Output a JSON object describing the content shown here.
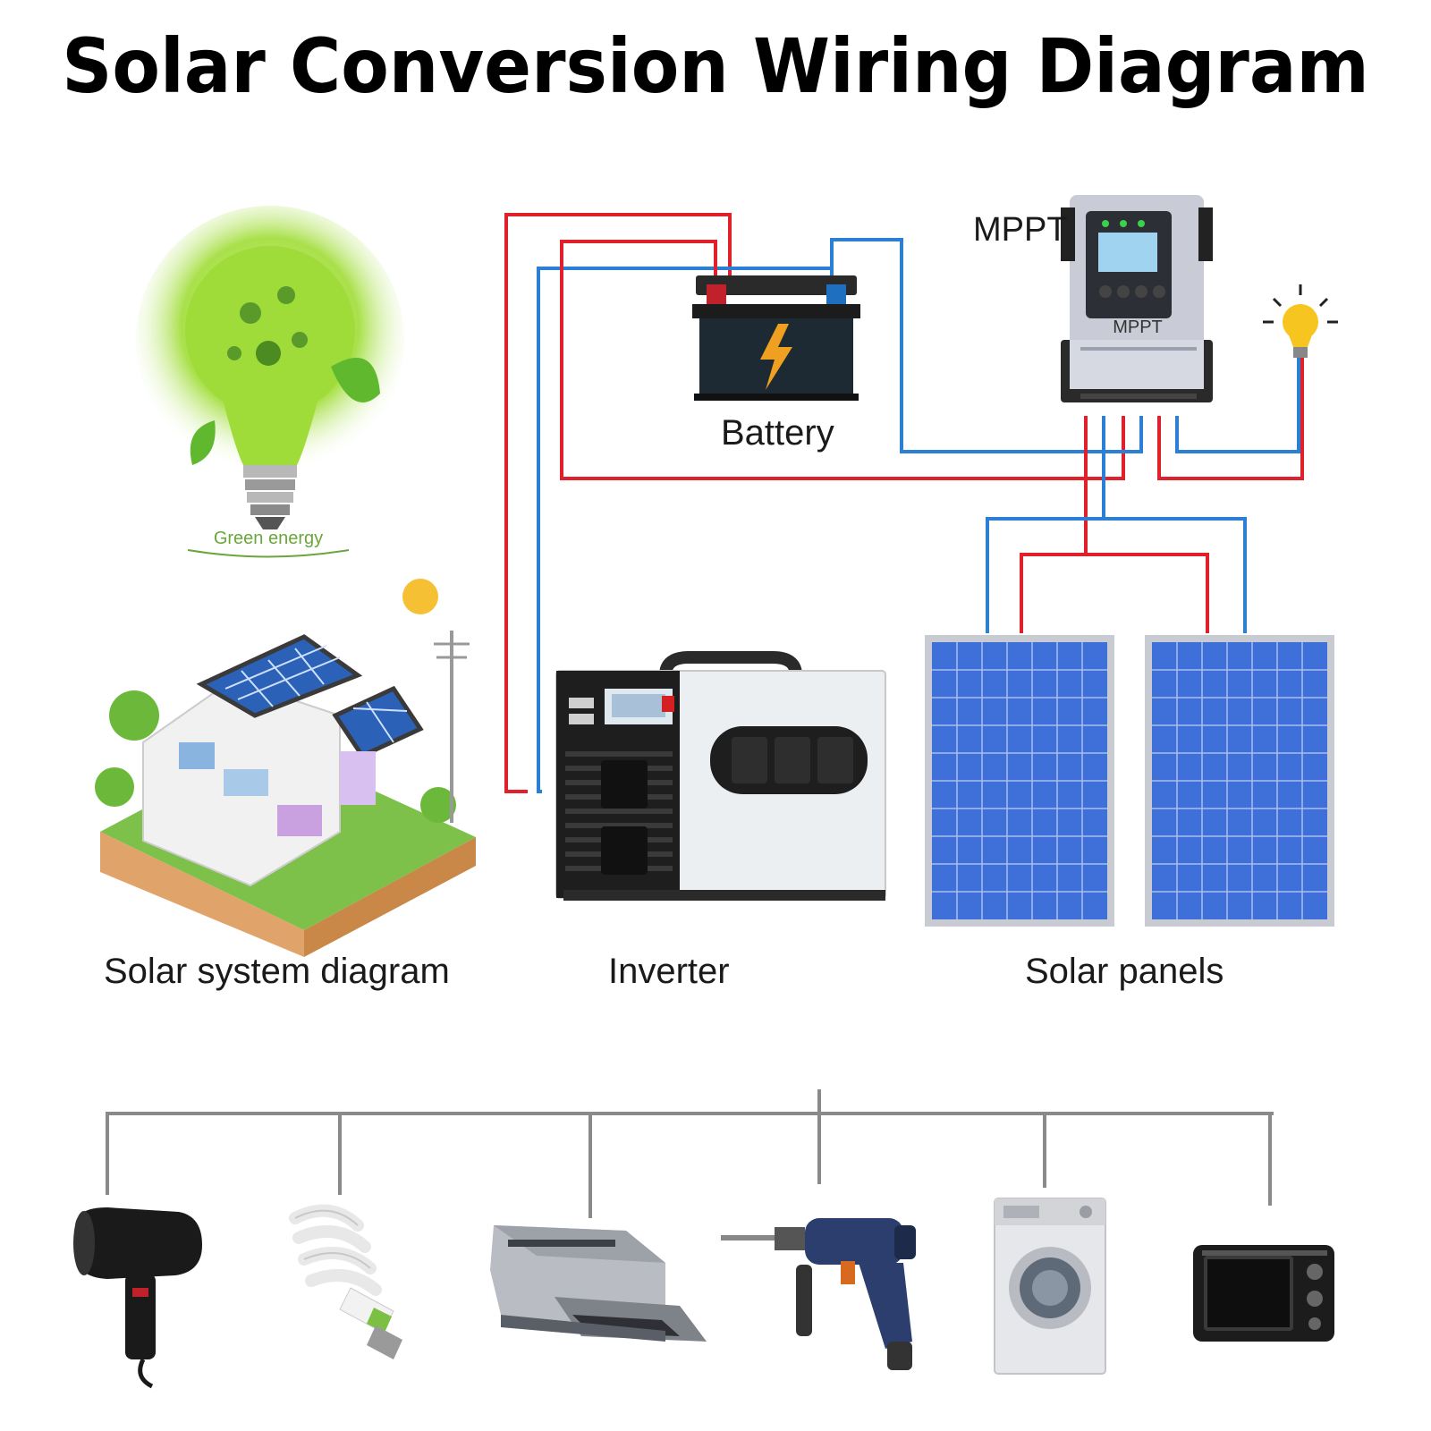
{
  "title": "Solar Conversion Wiring Diagram",
  "labels": {
    "battery": "Battery",
    "mppt": "MPPT",
    "mppt_device": "MPPT",
    "inverter": "Inverter",
    "solar_panels": "Solar panels",
    "solar_system": "Solar system diagram",
    "green_energy": "Green energy"
  },
  "colors": {
    "positive_wire": "#e0202a",
    "negative_wire": "#2b7fd4",
    "load_bus": "#8a8a8a",
    "panel_blue": "#3f6fd8",
    "bulb_green": "#9fdc3a"
  },
  "icons": [
    "green-energy-bulb-icon",
    "solar-house-icon",
    "battery-icon",
    "mppt-controller-icon",
    "light-bulb-icon",
    "inverter-icon",
    "solar-panel-icon",
    "hair-dryer-icon",
    "cfl-bulb-icon",
    "printer-icon",
    "power-drill-icon",
    "washing-machine-icon",
    "microwave-oven-icon"
  ]
}
